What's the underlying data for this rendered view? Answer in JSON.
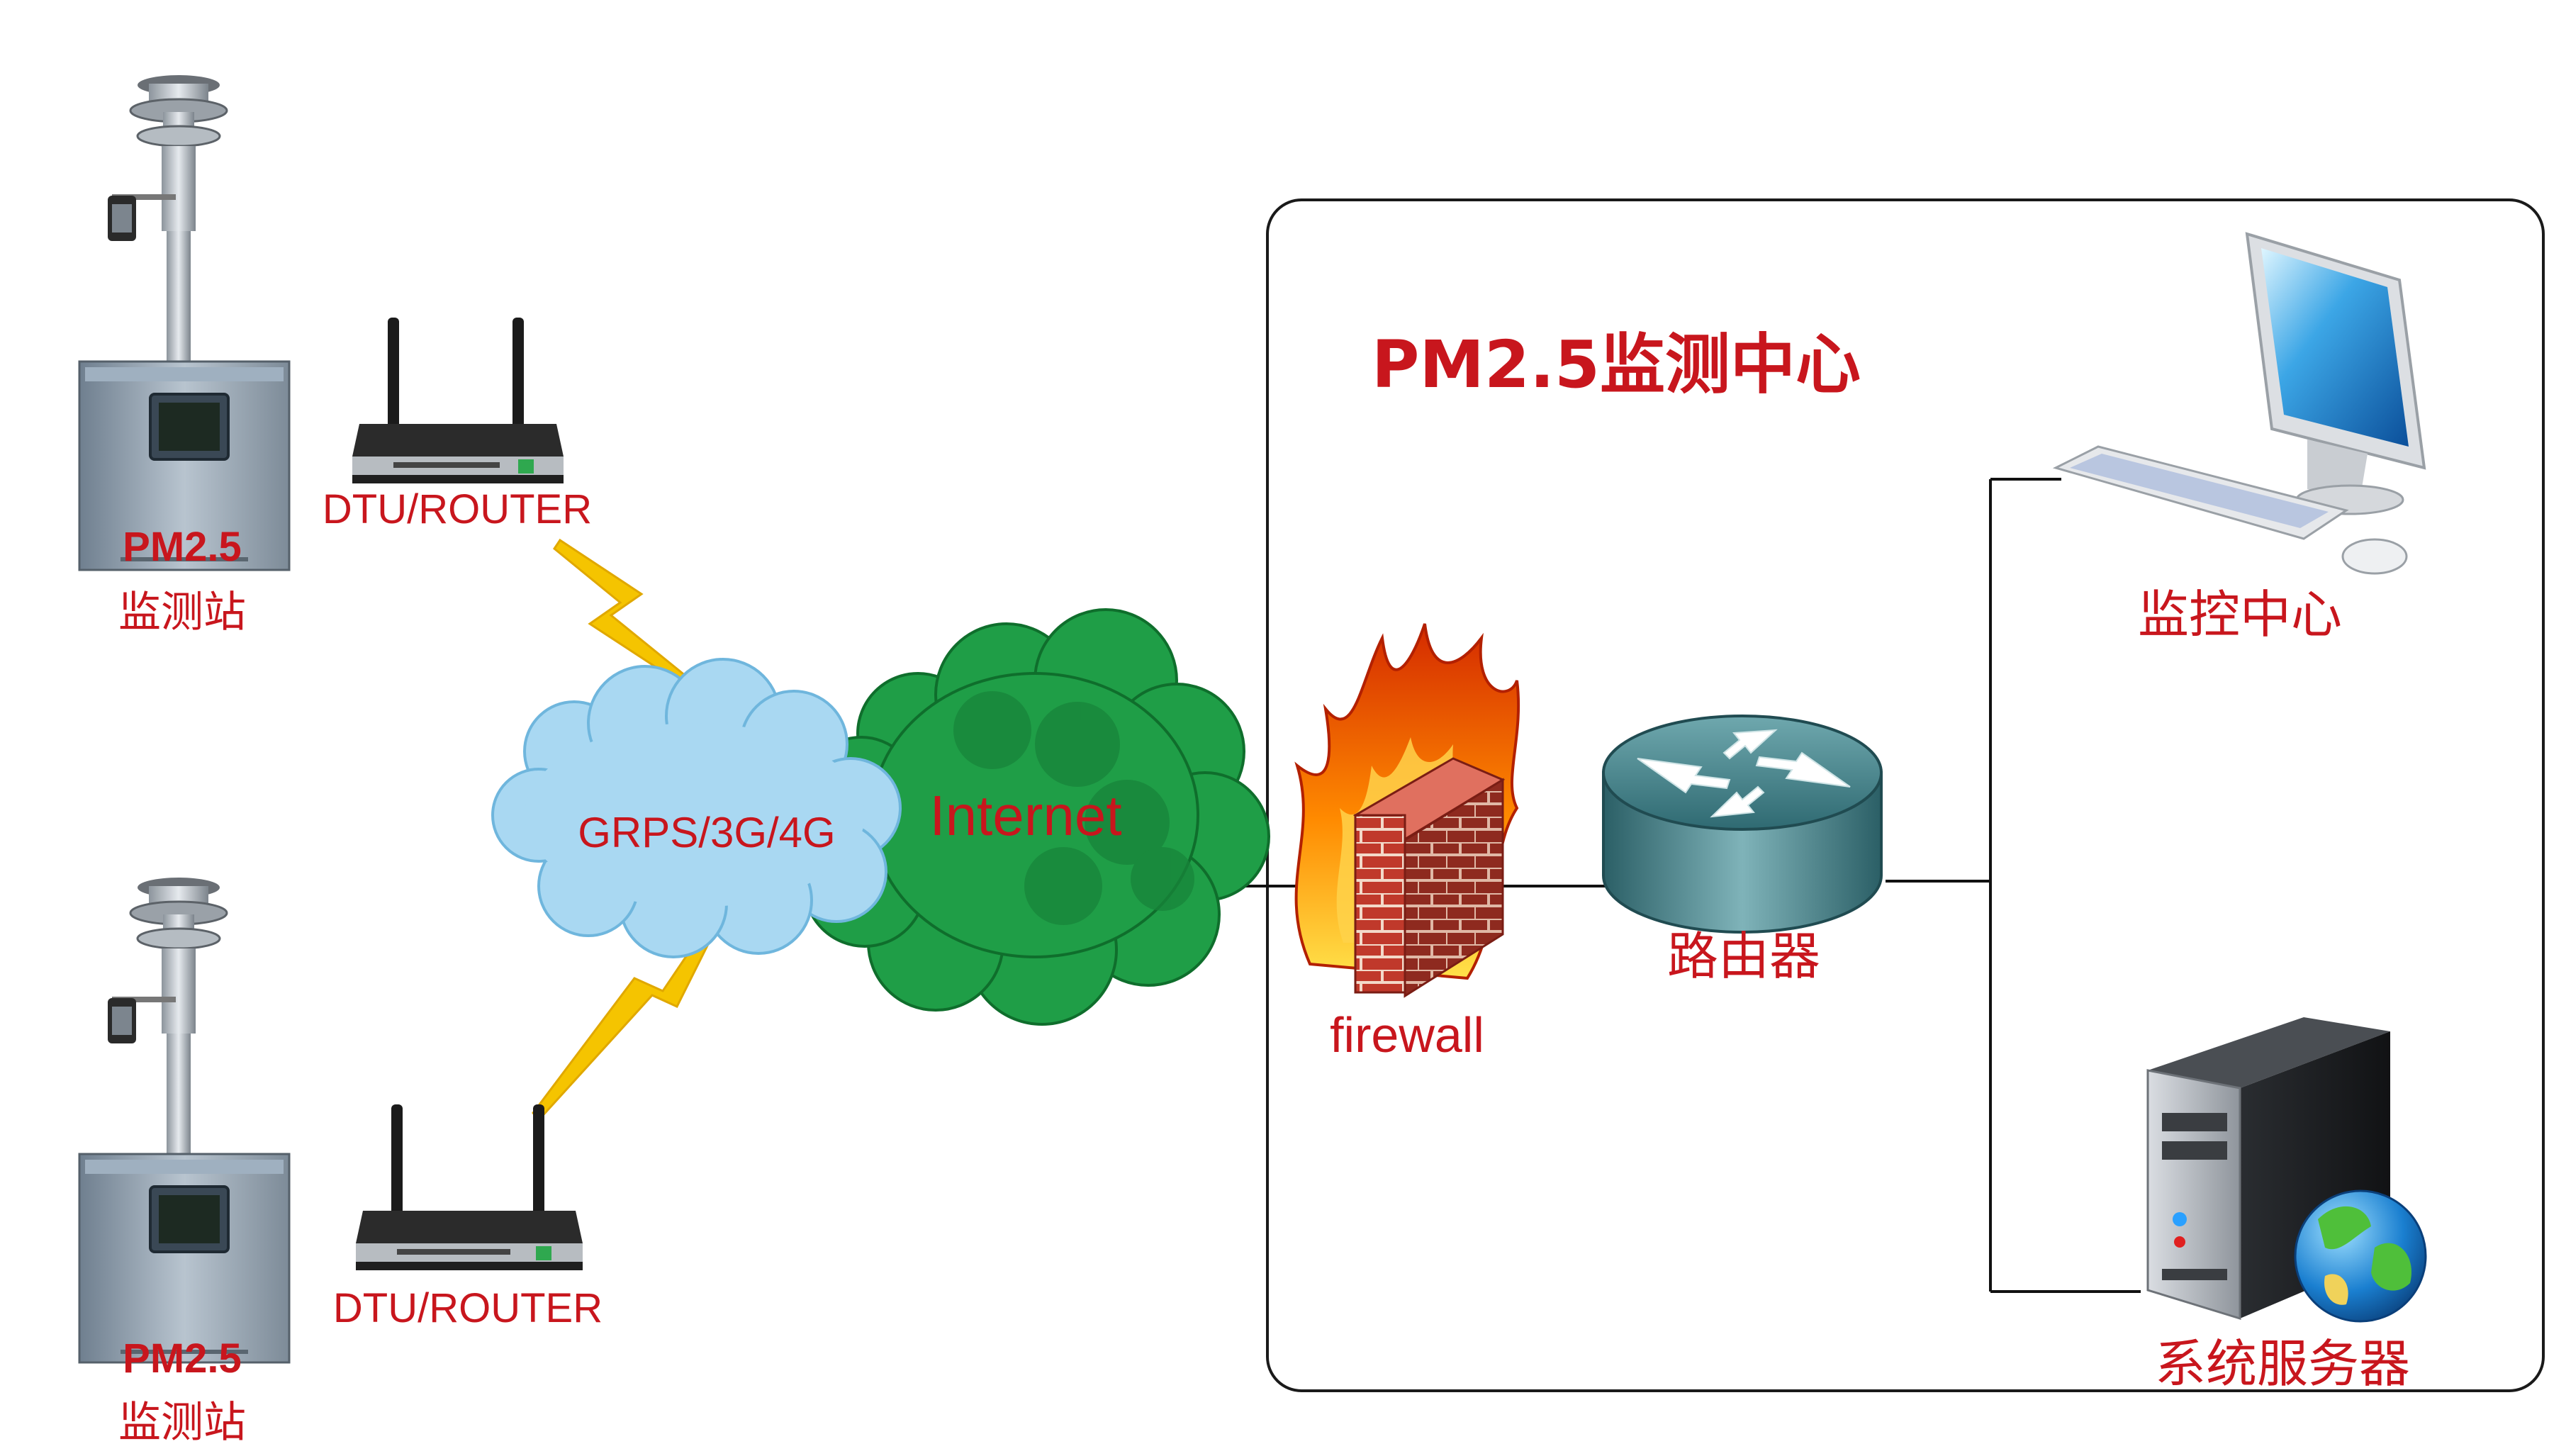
{
  "stations": [
    {
      "name": "PM2.5",
      "subtitle": "监测站",
      "router_label": "DTU/ROUTER"
    },
    {
      "name": "PM2.5",
      "subtitle": "监测站",
      "router_label": "DTU/ROUTER"
    }
  ],
  "network": {
    "wireless_label": "GRPS/3G/4G",
    "internet_label": "Internet"
  },
  "center": {
    "title": "PM2.5监测中心",
    "firewall_label": "firewall",
    "router_label": "路由器",
    "monitor_label": "监控中心",
    "server_label": "系统服务器"
  },
  "colors": {
    "label_red": "#c8161d",
    "cloud_blue": "#a9d8f2",
    "cloud_green": "#1fa64a",
    "lightning_yellow": "#f5c400",
    "brick_red": "#c0392b",
    "router_teal": "#3f7f86"
  },
  "icons": [
    "air-sampler-icon",
    "wifi-router-icon",
    "lightning-icon",
    "cloud-icon",
    "firewall-icon",
    "router-icon",
    "computer-icon",
    "server-icon",
    "globe-icon"
  ]
}
